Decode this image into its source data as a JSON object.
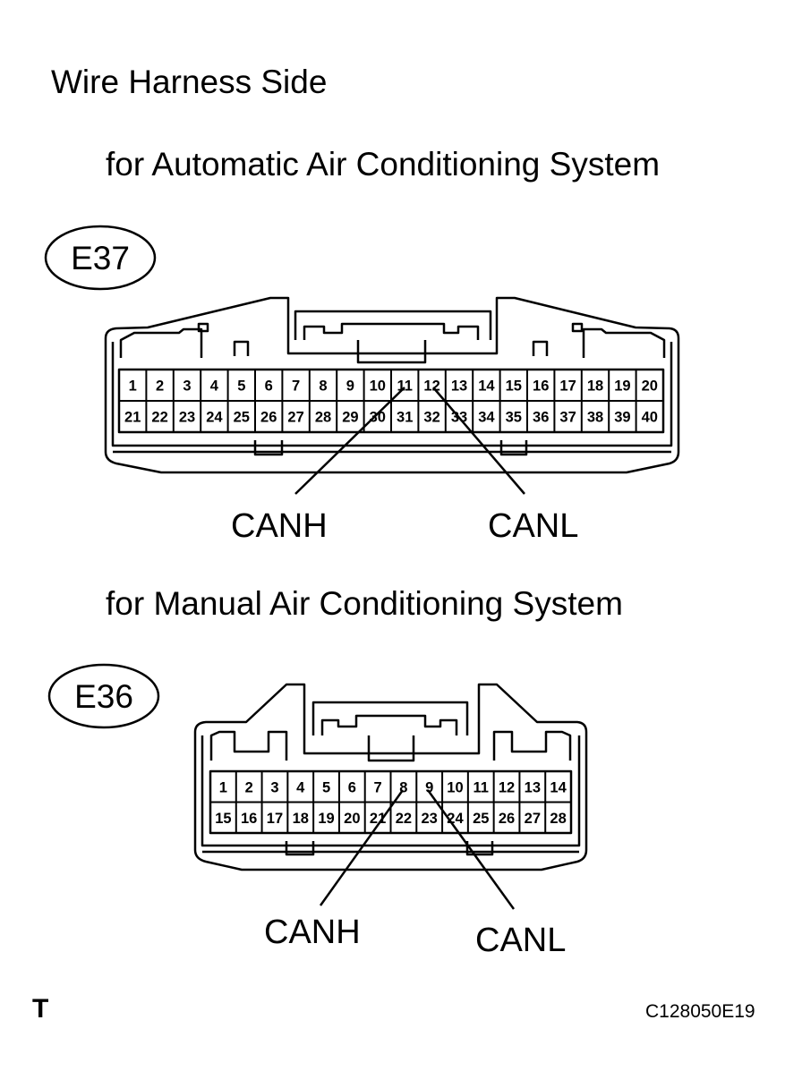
{
  "page_title": "Wire Harness Side",
  "sections": [
    {
      "heading": "for Automatic Air Conditioning System",
      "connector_id": "E37",
      "pins_top": [
        "1",
        "2",
        "3",
        "4",
        "5",
        "6",
        "7",
        "8",
        "9",
        "10",
        "11",
        "12",
        "13",
        "14",
        "15",
        "16",
        "17",
        "18",
        "19",
        "20"
      ],
      "pins_bottom": [
        "21",
        "22",
        "23",
        "24",
        "25",
        "26",
        "27",
        "28",
        "29",
        "30",
        "31",
        "32",
        "33",
        "34",
        "35",
        "36",
        "37",
        "38",
        "39",
        "40"
      ],
      "callouts": [
        {
          "label": "CANH",
          "pin": "11"
        },
        {
          "label": "CANL",
          "pin": "12"
        }
      ]
    },
    {
      "heading": "for Manual Air Conditioning System",
      "connector_id": "E36",
      "pins_top": [
        "1",
        "2",
        "3",
        "4",
        "5",
        "6",
        "7",
        "8",
        "9",
        "10",
        "11",
        "12",
        "13",
        "14"
      ],
      "pins_bottom": [
        "15",
        "16",
        "17",
        "18",
        "19",
        "20",
        "21",
        "22",
        "23",
        "24",
        "25",
        "26",
        "27",
        "28"
      ],
      "callouts": [
        {
          "label": "CANH",
          "pin": "8"
        },
        {
          "label": "CANL",
          "pin": "9"
        }
      ]
    }
  ],
  "footer": {
    "mark": "T",
    "figure_code": "C128050E19"
  }
}
